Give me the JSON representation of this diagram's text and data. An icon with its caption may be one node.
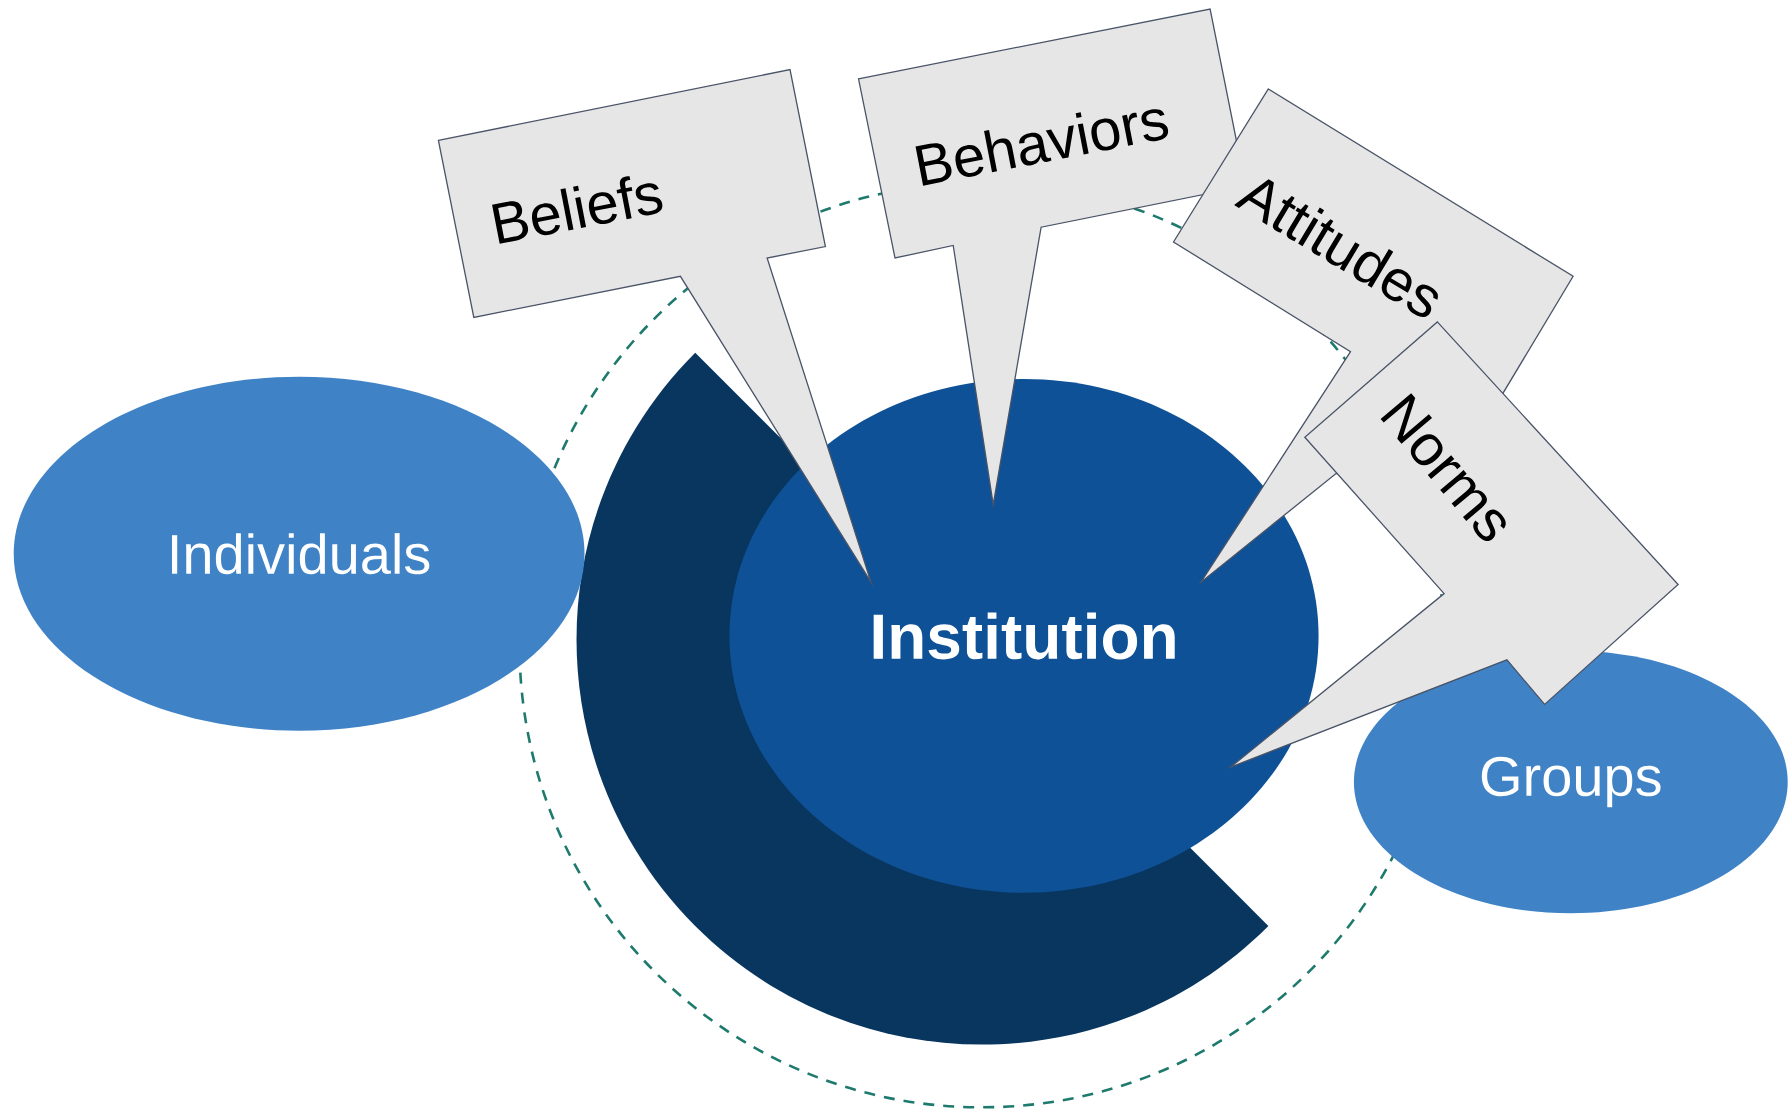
{
  "diagram": {
    "nodes": [
      {
        "text": [
          "Beliefs"
        ]
      },
      {
        "text": [
          "Behaviors"
        ]
      },
      {
        "text": [
          "Attitudes"
        ]
      },
      {
        "text": [
          "Norms"
        ]
      },
      {
        "text": [
          "Individuals"
        ]
      },
      {
        "text": [
          "Institution"
        ]
      },
      {
        "text": [
          "Groups"
        ]
      }
    ]
  }
}
